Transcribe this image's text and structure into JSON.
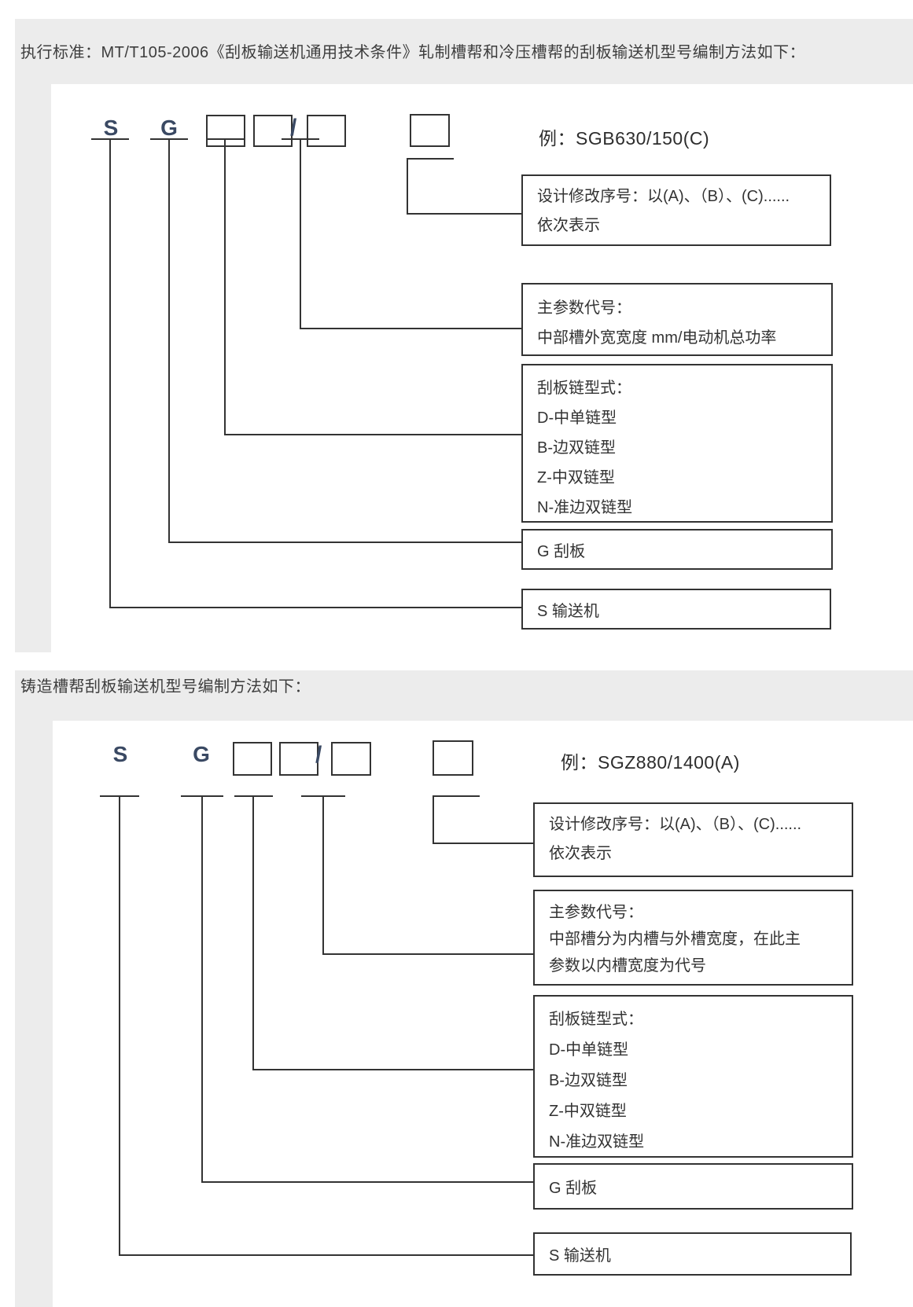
{
  "header": {
    "intro": "执行标准：MT/T105-2006《刮板输送机通用技术条件》轧制槽帮和冷压槽帮的刮板输送机型号编制方法如下："
  },
  "section2": {
    "intro": "铸造槽帮刮板输送机型号编制方法如下："
  },
  "colors": {
    "panel_gray": "#ececec",
    "line_dark": "#333333",
    "letter_navy": "#3a4963"
  },
  "diagram1": {
    "letters": {
      "s": "S",
      "g": "G",
      "slash": "/"
    },
    "example_label": "例：SGB630/150(C)",
    "boxes": {
      "revision": {
        "lines": [
          "设计修改序号：以(A)、（B）、(C)......",
          "依次表示"
        ]
      },
      "param": {
        "lines": [
          "主参数代号：",
          "中部槽外宽宽度 mm/电动机总功率"
        ]
      },
      "chain": {
        "lines": [
          "刮板链型式：",
          "D-中单链型",
          "B-边双链型",
          "Z-中双链型",
          "N-准边双链型"
        ]
      },
      "scraper": {
        "lines": [
          "G 刮板"
        ]
      },
      "conveyor": {
        "lines": [
          "S 输送机"
        ]
      }
    }
  },
  "diagram2": {
    "letters": {
      "s": "S",
      "g": "G",
      "slash": "/"
    },
    "example_label": "例：SGZ880/1400(A)",
    "boxes": {
      "revision": {
        "lines": [
          "设计修改序号：以(A)、（B）、(C)......",
          "依次表示"
        ]
      },
      "param": {
        "lines": [
          "主参数代号：",
          "中部槽分为内槽与外槽宽度，在此主",
          "参数以内槽宽度为代号"
        ]
      },
      "chain": {
        "lines": [
          "刮板链型式：",
          "D-中单链型",
          "B-边双链型",
          "Z-中双链型",
          "N-准边双链型"
        ]
      },
      "scraper": {
        "lines": [
          "G 刮板"
        ]
      },
      "conveyor": {
        "lines": [
          "S 输送机"
        ]
      }
    }
  }
}
